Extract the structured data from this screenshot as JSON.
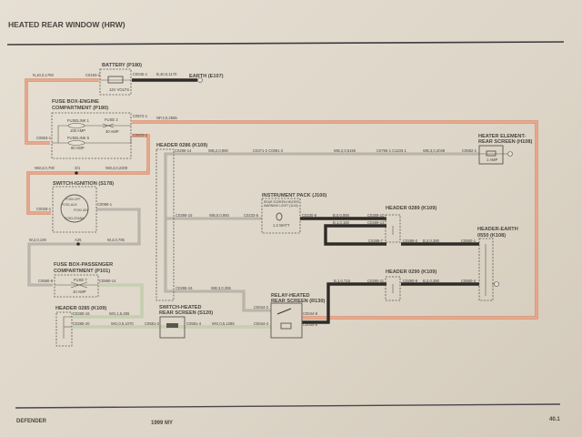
{
  "title": "HEATED REAR WINDOW (HRW)",
  "footer": {
    "model": "DEFENDER",
    "year": "1999 MY",
    "page": "40.1"
  },
  "components": {
    "battery": {
      "label": "BATTERY (P180)",
      "rating": "12V VOLTS"
    },
    "earth": {
      "label": "EARTH (E107)"
    },
    "fuse_engine": {
      "label1": "FUSE BOX-ENGINE",
      "label2": "COMPARTMENT (P180)",
      "fuselink1": "FUSELINK 1",
      "fuselink1_rating": "100 AMP",
      "fuselink6": "FUSELINK 6",
      "fuselink6_rating": "60 AMP",
      "fuse2": "FUSE 2",
      "fuse2_rating": "30 AMP"
    },
    "switch_ignition": {
      "label": "SWITCH-IGNITION (S178)",
      "positions": [
        "POS0-OFF",
        "POS1-AUX",
        "POS2-IGN",
        "POS3-CRANK"
      ]
    },
    "fuse_passenger": {
      "label1": "FUSE BOX-PASSENGER",
      "label2": "COMPARTMENT (P101)",
      "fuse": "FUSE 7",
      "rating": "10 AMP"
    },
    "header_0285": {
      "label": "HEADER 0285 (K109)"
    },
    "header_0286": {
      "label": "HEADER 0286 (K109)"
    },
    "instrument_pack": {
      "label": "INSTRUMENT PACK (J100)",
      "inner1": "REAR SCREEN HEATER",
      "inner2": "WARNING LIGHT (1143)",
      "watt": "1.2 WATT"
    },
    "header_0289": {
      "label": "HEADER 0289 (K109)"
    },
    "header_0290": {
      "label": "HEADER 0290 (K109)"
    },
    "header_earth": {
      "label1": "HEADER-EARTH",
      "label2": "0550 (K108)"
    },
    "heater_element": {
      "label1": "HEATER ELEMENT-",
      "label2": "REAR SCREEN (H108)",
      "rating": "1 AMP"
    },
    "switch_hrw": {
      "label1": "SWITCH-HEATED",
      "label2": "REAR SCREEN (S120)"
    },
    "relay": {
      "label1": "RELAY-HEATED",
      "label2": "REAR SCREEN (R130)"
    }
  },
  "connectors": {
    "c0193_1": "C0193-1",
    "c0045_1": "C0045-1",
    "c0572_1": "C0572-1",
    "c0570_2": "C0570-2",
    "c0653_1": "C0653-1",
    "c0028_1": "C0028-1",
    "c0096_1": "C0096-1",
    "c0580_9": "C0580-9",
    "c0580_14": "C0580-14",
    "c0285_16": "C0285-16",
    "c0285_20": "C0285-20",
    "c0286_14": "C0286-14",
    "c0286_15": "C0286-15",
    "c0286_16": "C0286-16",
    "c0371": "C0371-2 C0091-2",
    "c0765": "C0765-1 C1103-1",
    "c0582_1": "C0582-1",
    "c0233_6": "C0233-6",
    "c0230_8": "C0230-8",
    "c0289_10": "C0289-10",
    "c0289_13": "C0289-13",
    "c0289_7": "C0289-7",
    "c0289_2": "C0289-2",
    "c0550_1": "C0550-1",
    "c0290_11": "C0290-11",
    "c0290_9": "C0290-9",
    "c0550_4": "C0550-4",
    "c0581_2": "C0581-2",
    "c0581_4": "C0581-4",
    "c0044_2": "C0044-2",
    "c0044_4": "C0044-4",
    "c0044_8": "C0044-8",
    "c0044_6": "C0044-6"
  },
  "wires": {
    "n10": "N,10,0,1700",
    "b40": "B,40,0,1170",
    "np2": "NP,2,0,2565",
    "nw4a": "NW,4,0,700",
    "s1": "S/1",
    "nw4b": "NW,4,0,2200",
    "w2": "W,2,0,100",
    "a25": "A25",
    "w4": "W,4,0,705",
    "wg1": "WG,1,5,255",
    "wg0a": "WG,0,6,1070",
    "wg0b": "WG,0,5,1285",
    "wb2a": "WB,2,0,950",
    "wb2b": "WB,2,0,5150",
    "wb3": "WB,3,0,2048",
    "wb0": "WB,0,0,950",
    "wb3b": "WB,3,0,355",
    "b0": "B,0,0,990",
    "b1a": "B,1,0,180",
    "b2a": "B,2,0,390",
    "b1b": "B,1,0,715",
    "b2b": "B,2,0,390"
  }
}
